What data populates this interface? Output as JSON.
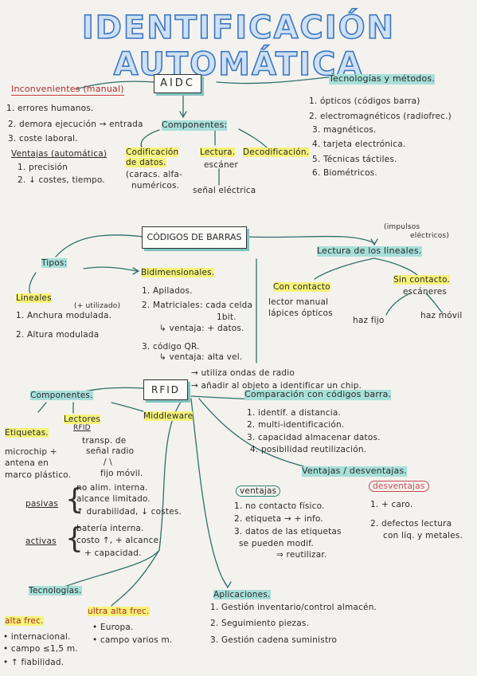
{
  "title": "IDENTIFICACIÓN AUTOMÁTICA",
  "aidc": {
    "box": "AIDC",
    "inconv_title": "Inconvenientes (manual)",
    "inconv": [
      "1. errores humanos.",
      "2. demora ejecución → entrada",
      "3. coste laboral."
    ],
    "vent_title": "Ventajas (automática)",
    "vent": [
      "1. precisión",
      "2. ↓ costes, tiempo."
    ],
    "componentes": "Componentes:",
    "cod": "Codificación",
    "cod2": "de datos.",
    "cod_note1": "(caracs. alfa-",
    "cod_note2": "numéricos.",
    "lectura": "Lectura.",
    "escaner": "escáner",
    "senal": "señal eléctrica",
    "decod": "Decodificación.",
    "tec_title": "Tecnologías y métodos.",
    "tec": [
      "1. ópticos (códigos barra)",
      "2. electromagnéticos (radiofrec.)",
      "3. magnéticos.",
      "4. tarjeta electrónica.",
      "5. Técnicas táctiles.",
      "6. Biométricos."
    ]
  },
  "barcodes": {
    "box": "CÓDIGOS DE BARRAS",
    "tipos": "Tipos:",
    "lineales": "Lineales",
    "lin": [
      "1. Anchura modulada.",
      "2. Altura modulada"
    ],
    "lin_note": "(+ utilizado)",
    "bidim": "Bidimensionales.",
    "bid1": "1. Apilados.",
    "bid2": "2. Matriciales: cada celda",
    "bid2b": "1bit.",
    "bid2c": "↳ ventaja: + datos.",
    "bid3": "3. código QR.",
    "bid3b": "↳ ventaja: alta vel.",
    "lectura_lin": "Lectura de los lineales.",
    "impulsos": "(impulsos",
    "impulsos2": "eléctricos)",
    "con_contacto": "Con contacto",
    "con1": "lector manual",
    "con2": "lápices ópticos",
    "sin_contacto": "Sin contacto.",
    "escaneres": "escáneres",
    "haz_fijo": "haz fijo",
    "haz_movil": "haz móvil"
  },
  "rfid": {
    "box": "RFID",
    "arrow1": "→ utiliza ondas de radio",
    "arrow2": "→ añadir al objeto a identificar un chip.",
    "componentes": "Componentes.",
    "etiquetas": "Etiquetas.",
    "et_desc1": "microchip +",
    "et_desc2": "antena en",
    "et_desc3": "marco plástico.",
    "lectores": "Lectores",
    "lectores2": "RFID",
    "lect_desc1": "transp. de",
    "lect_desc2": "señal radio",
    "lect_desc3": "/ \\",
    "lect_desc4": "fijo móvil.",
    "middleware": "Middleware",
    "pasivas": "pasivas",
    "pas": [
      "no alim. interna.",
      "alcance limitado.",
      "↑ durabilidad, ↓ costes."
    ],
    "activas": "activas",
    "act": [
      "batería interna.",
      "costo ↑, + alcance.",
      "+ capacidad."
    ],
    "comp_title": "Comparación con códigos barra.",
    "comp": [
      "1. identif. a distancia.",
      "2. multi-identificación.",
      "3. capacidad almacenar datos.",
      "4. posibilidad reutilización."
    ],
    "vd_title": "Ventajas / desventajas.",
    "ventajas": "ventajas",
    "vent": [
      "1. no contacto físico.",
      "2. etiqueta → + info.",
      "3. datos de las etiquetas",
      "se pueden modif."
    ],
    "reutilizar": "⇒ reutilizar.",
    "desventajas": "desventajas",
    "desv1": "1. + caro.",
    "desv2": "2. defectos lectura",
    "desv3": "con líq. y metales.",
    "tecnologias": "Tecnologías.",
    "alta": "alta frec.",
    "alta_items": [
      "• internacional.",
      "• campo ≤1,5 m.",
      "• ↑ fiabilidad."
    ],
    "ultra": "ultra alta frec.",
    "ultra_items": [
      "• Europa.",
      "• campo varios m."
    ],
    "aplicaciones": "Aplicaciones.",
    "apl": [
      "1. Gestión inventario/control almacén.",
      "2. Seguimiento piezas.",
      "3. Gestión cadena suministro"
    ]
  }
}
